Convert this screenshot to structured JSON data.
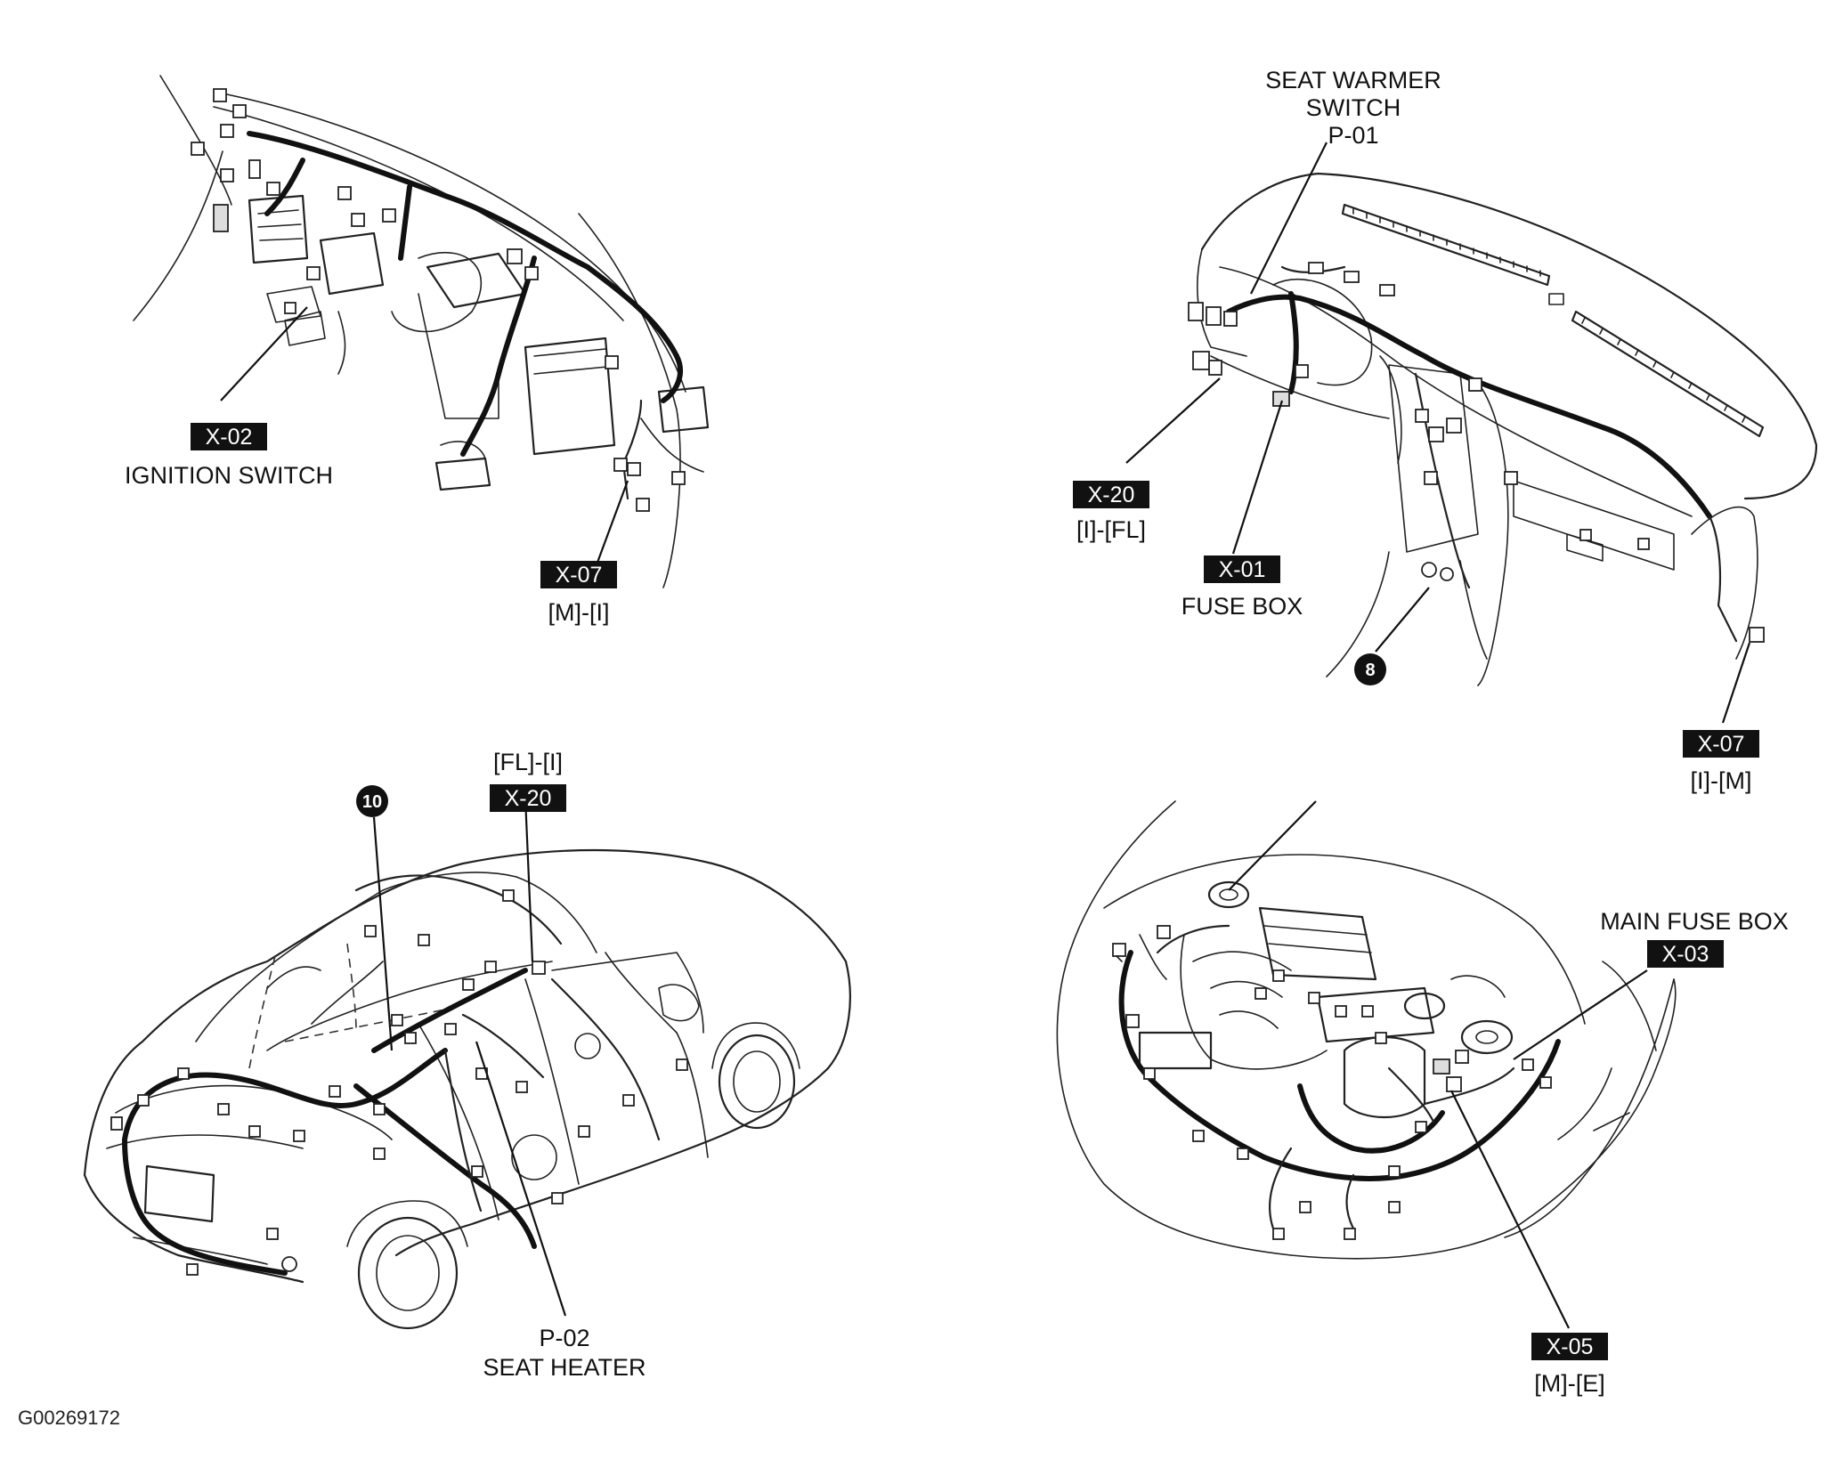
{
  "panel_top_left": {
    "callout_ignition": {
      "code": "X-02",
      "label": "IGNITION SWITCH"
    },
    "callout_x07": {
      "code": "X-07",
      "label": "[M]-[I]"
    }
  },
  "panel_top_right": {
    "callout_seat_warmer": {
      "line1": "SEAT WARMER",
      "line2": "SWITCH",
      "code": "P-01"
    },
    "callout_x20": {
      "code": "X-20",
      "label": "[I]-[FL]"
    },
    "callout_fuse_box": {
      "code": "X-01",
      "label": "FUSE BOX"
    },
    "ground_marker": "8",
    "callout_x07": {
      "code": "X-07",
      "label": "[I]-[M]"
    }
  },
  "panel_bottom_left": {
    "ground_marker": "10",
    "callout_x20": {
      "code": "X-20",
      "label": "[FL]-[I]"
    },
    "callout_seat_heater": {
      "code": "P-02",
      "label": "SEAT HEATER"
    }
  },
  "panel_bottom_right": {
    "callout_main_fuse": {
      "code": "X-03",
      "label": "MAIN FUSE BOX"
    },
    "callout_x05": {
      "code": "X-05",
      "label": "[M]-[E]"
    }
  },
  "figure_id": "G00269172"
}
